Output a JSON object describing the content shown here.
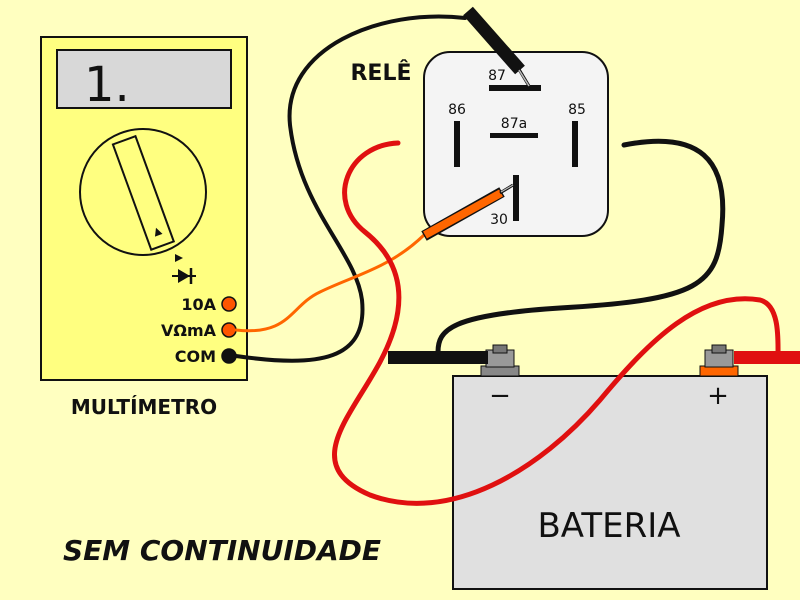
{
  "relay": {
    "title": "RELÊ",
    "pins": {
      "p87": "87",
      "p86": "86",
      "p87a": "87a",
      "p85": "85",
      "p30": "30"
    }
  },
  "multimeter": {
    "title": "MULTÍMETRO",
    "display_value": "1.",
    "jacks": {
      "amp10": "10A",
      "voma": "VΩmA",
      "com": "COM"
    },
    "diode_symbol": "diode-symbol-icon"
  },
  "battery": {
    "label": "BATERIA",
    "negative": "−",
    "positive": "+"
  },
  "caption": "SEM CONTINUIDADE",
  "colors": {
    "background": "#ffffc0",
    "multimeter_body": "#ffff80",
    "battery_body": "#e0e0e0",
    "relay_body": "#f4f4f4",
    "red_wire": "#e01010",
    "black_wire": "#111111",
    "orange_probe": "#ff6600"
  }
}
